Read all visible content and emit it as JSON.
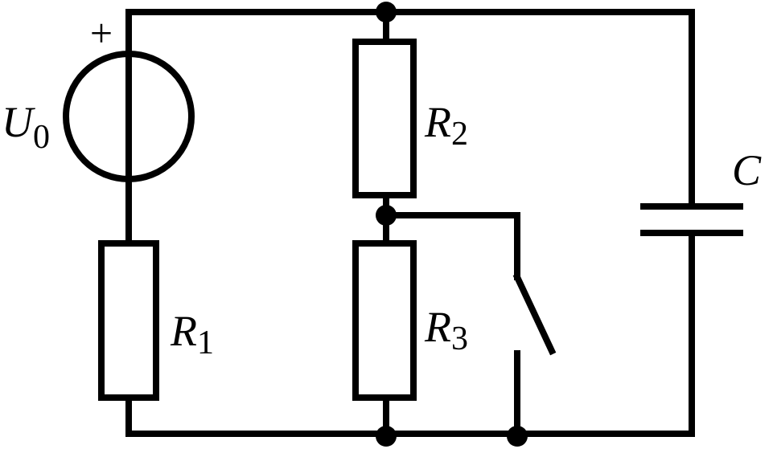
{
  "diagram": {
    "type": "circuit-schematic",
    "colors": {
      "stroke": "#000000",
      "background": "#ffffff"
    },
    "source": {
      "label_main": "U",
      "label_sub": "0",
      "polarity": "+"
    },
    "resistors": [
      {
        "label_main": "R",
        "label_sub": "1"
      },
      {
        "label_main": "R",
        "label_sub": "2"
      },
      {
        "label_main": "R",
        "label_sub": "3"
      }
    ],
    "capacitor": {
      "label": "C"
    },
    "switch": {
      "state": "open"
    }
  }
}
